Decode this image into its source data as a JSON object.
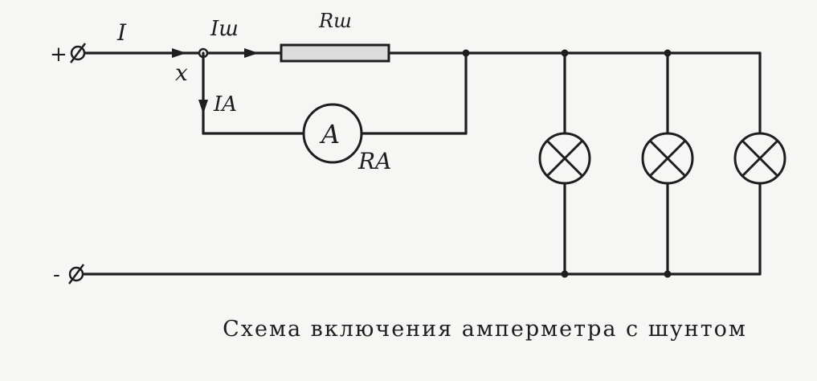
{
  "labels": {
    "plus": "+",
    "minus": "-",
    "current_total": "I",
    "node": "x",
    "current_shunt": "Iш",
    "resistance_shunt": "Rш",
    "current_ammeter": "IA",
    "ammeter_symbol": "A",
    "resistance_ammeter": "RA"
  },
  "caption": "Схема включения амперметра с шунтом"
}
